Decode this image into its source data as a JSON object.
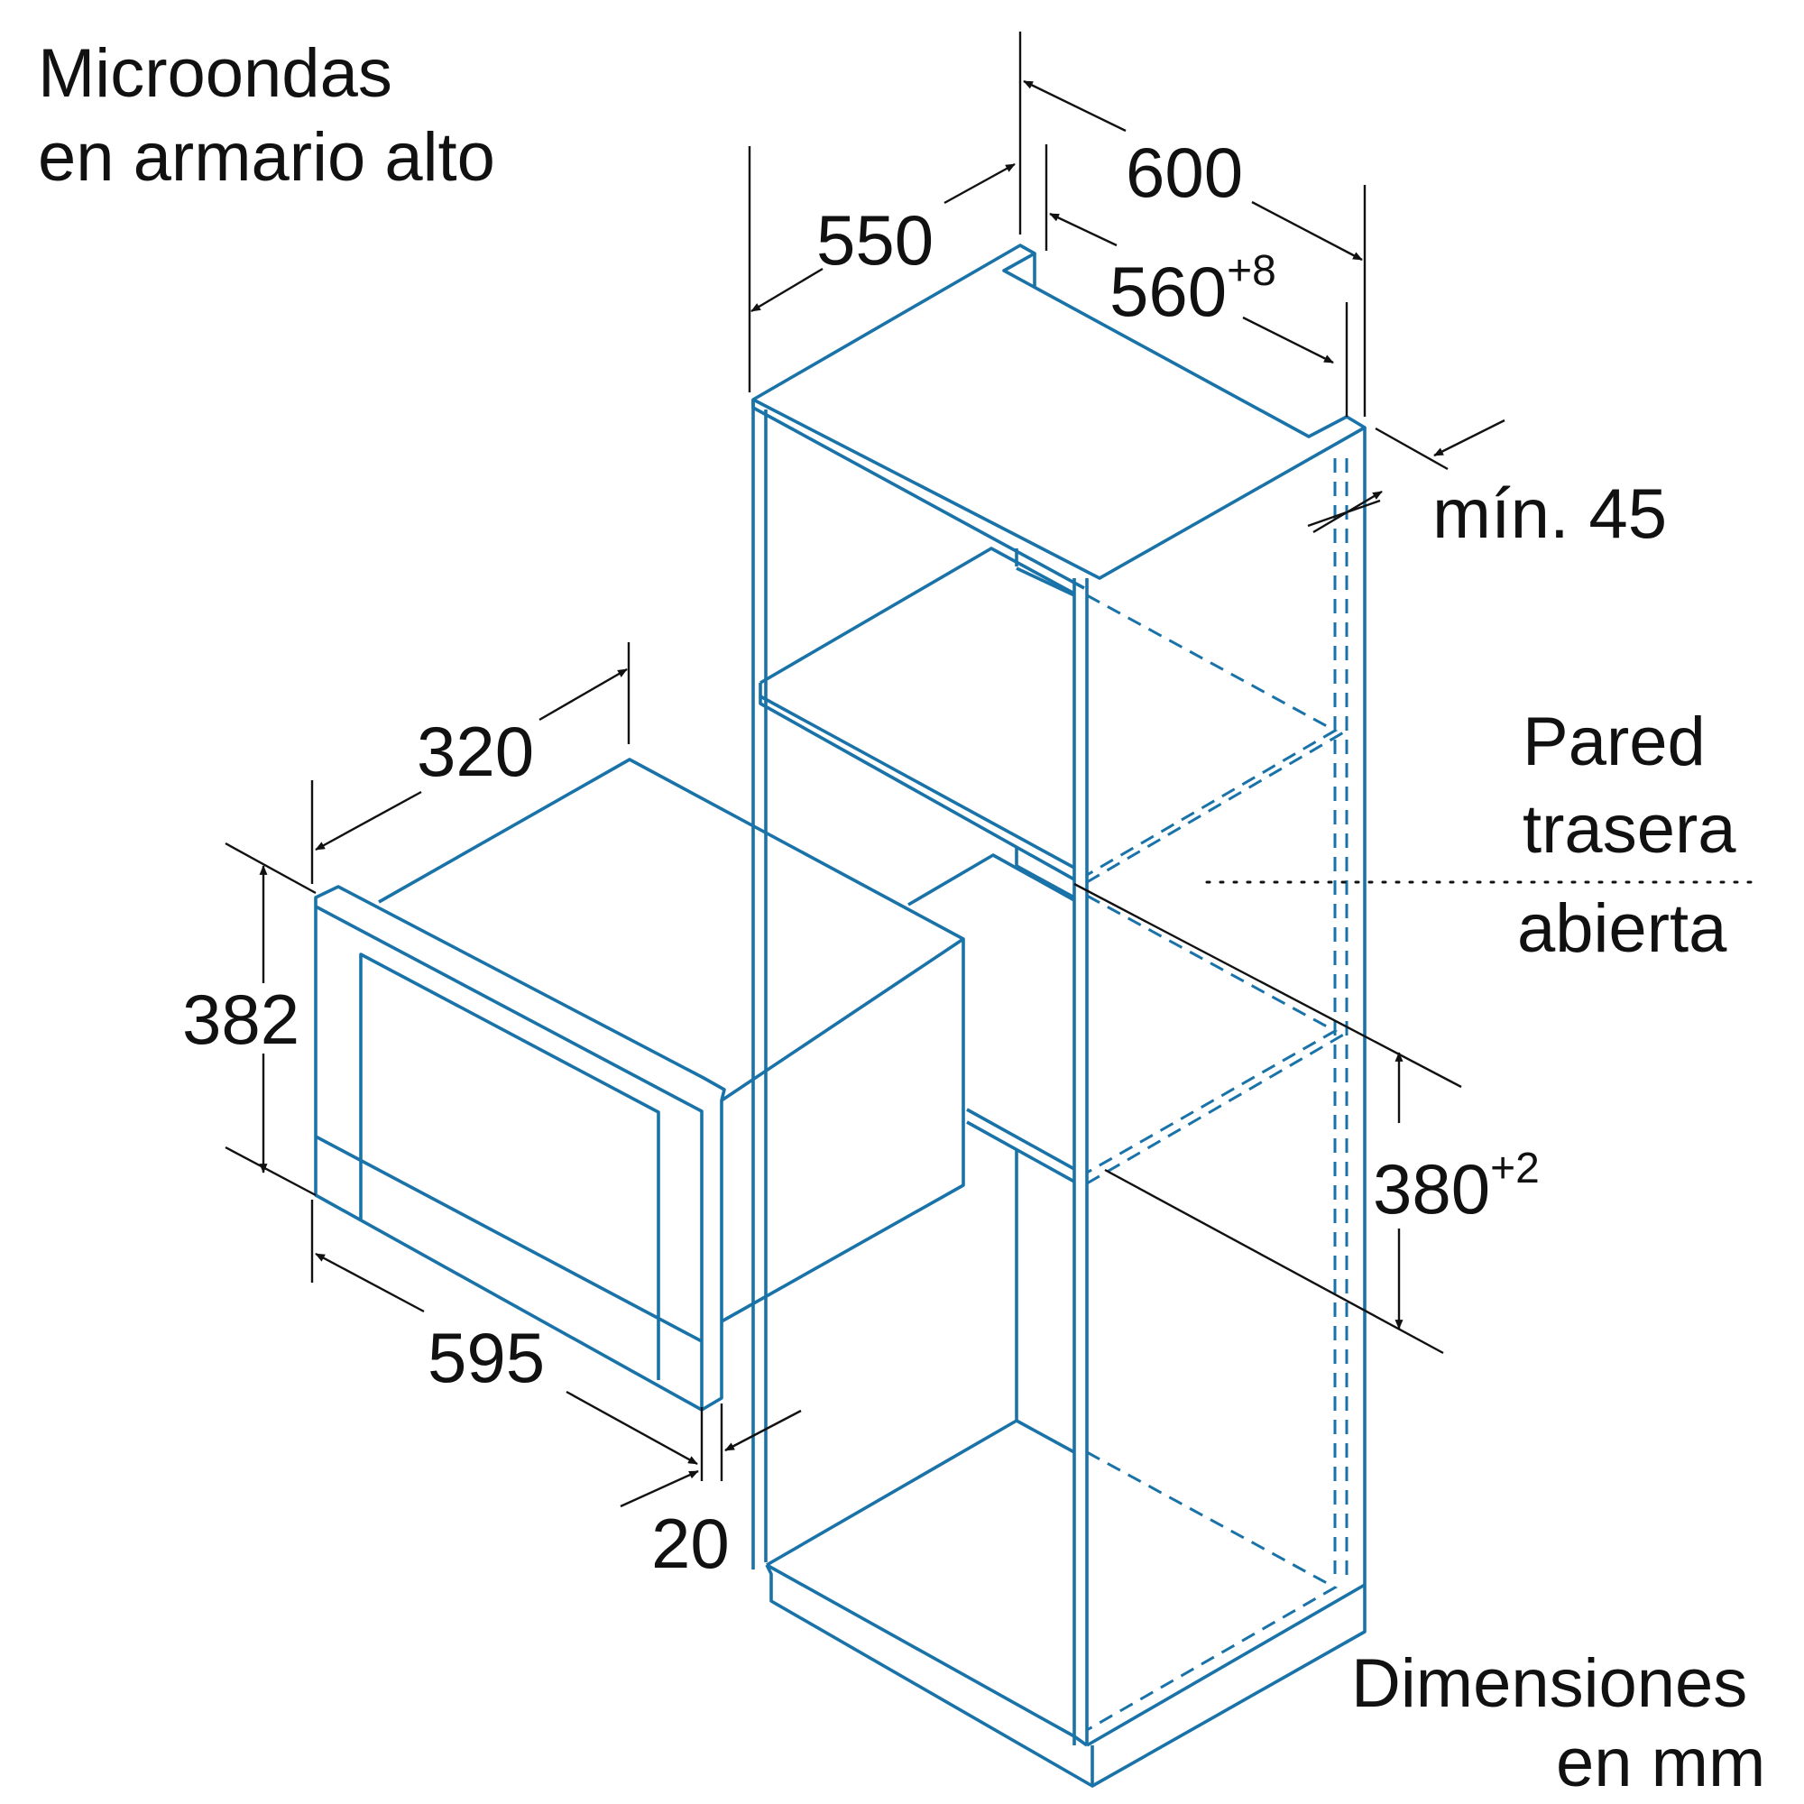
{
  "title": {
    "line1": "Microondas",
    "line2": "en armario alto"
  },
  "dimensions": {
    "cabinet_depth": "550",
    "cabinet_width": "600",
    "niche_width": "560",
    "niche_width_tolerance": "+8",
    "min_gap_label": "mín. 45",
    "niche_height": "380",
    "niche_height_tolerance": "+2",
    "appliance_depth": "320",
    "appliance_height": "382",
    "appliance_width": "595",
    "front_offset": "20"
  },
  "back_wall_note": {
    "line1": "Pared",
    "line2": "trasera",
    "line3": "abierta"
  },
  "units_note": {
    "line1": "Dimensiones",
    "line2": "en mm"
  },
  "colors": {
    "outline": "#1a73a8",
    "text": "#111111",
    "background": "#ffffff"
  }
}
